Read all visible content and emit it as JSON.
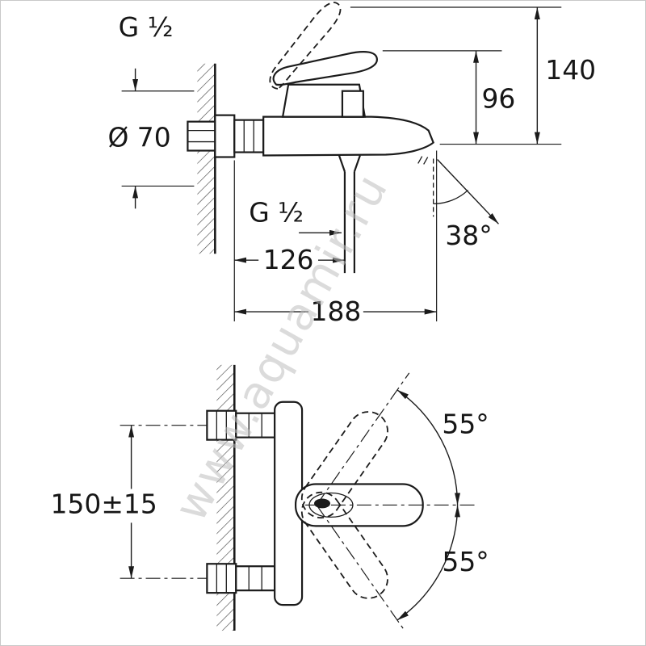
{
  "page": {
    "background": "#ffffff",
    "frame_color": "#c9c9c9"
  },
  "diagram": {
    "subject": "Wall-mounted single-lever bath/shower mixer - installation dimension drawing",
    "line_color": "#1b1b1b",
    "watermark": {
      "text": "www.aquamir.ru",
      "color": "#bfbfbf"
    },
    "side_view": {
      "dims": {
        "wall_thread": "G ½",
        "escutcheon_diameter": "Ø 70",
        "spout_height": "96",
        "total_height": "140",
        "hose_thread": "G ½",
        "spout_reach": "126",
        "total_reach": "188",
        "spout_angle": "38°"
      }
    },
    "front_view": {
      "dims": {
        "connection_centers": "150±15",
        "lever_swing_up": "55°",
        "lever_swing_down": "55°"
      }
    }
  }
}
